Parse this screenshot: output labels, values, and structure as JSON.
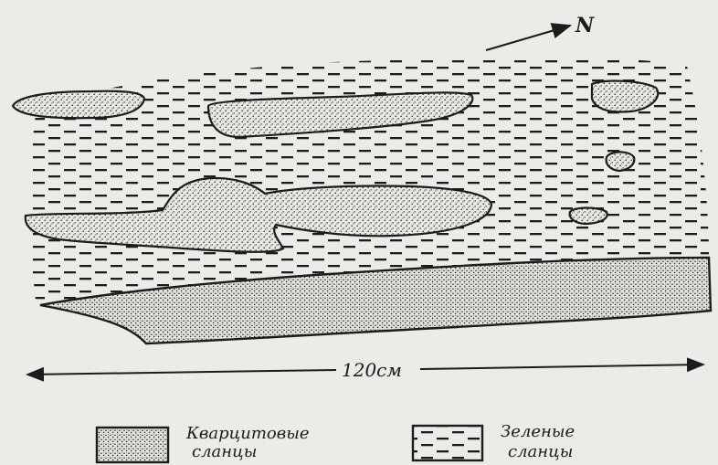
{
  "scale": {
    "label": "120см"
  },
  "north": {
    "label": "N"
  },
  "legend": {
    "items": [
      {
        "id": "quartzite",
        "line1": "Кварцитовые",
        "line2": "сланцы"
      },
      {
        "id": "green",
        "line1": "Зеленые",
        "line2": "сланцы"
      }
    ]
  },
  "colors": {
    "ink": "#1c1c1c",
    "paper": "#ecebe7"
  },
  "icons": [
    "north-arrow-icon",
    "scale-arrow-icon"
  ]
}
